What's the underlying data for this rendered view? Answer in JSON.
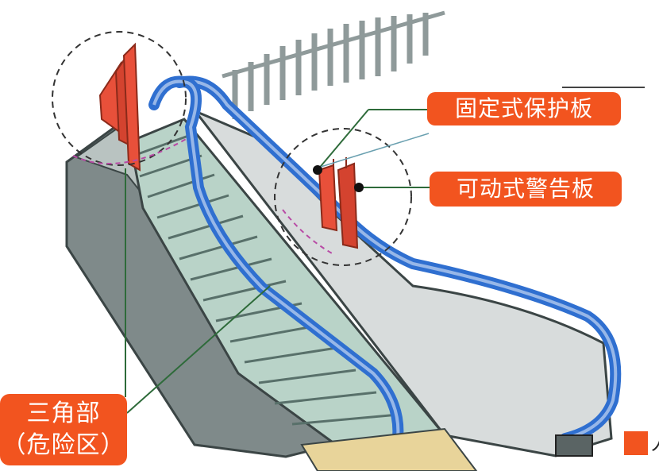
{
  "labels": {
    "fixed_guard": "固定式保护板",
    "movable_warning": "可动式警告板",
    "triangle_line1": "三角部",
    "triangle_line2": "（危险区）"
  },
  "legend": {
    "truncated_text": "人"
  },
  "colors": {
    "label_bg": "#f2541f",
    "handrail": "#2f6fd0",
    "guard": "#e8503a",
    "step": "#b9d3c8",
    "frame": "#bfc7c7"
  }
}
